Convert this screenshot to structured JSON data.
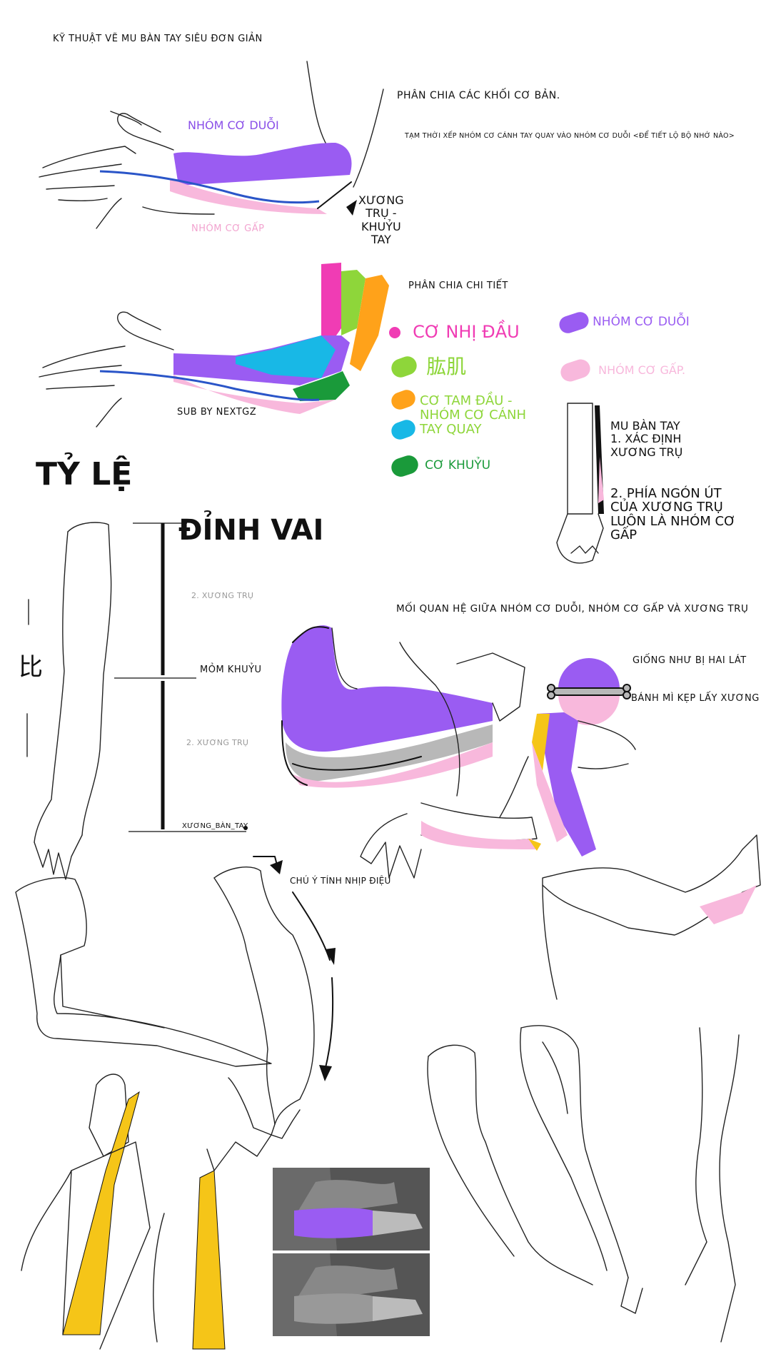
{
  "colors": {
    "extensor": "#9a5cf2",
    "flexor": "#f8b8dc",
    "biceps": "#f03cb4",
    "brachialis": "#8ed63a",
    "triceps_radial": "#ffa21a",
    "brachioradialis": "#18b8e6",
    "anconeus": "#1a9a3a",
    "ulna_line": "#2a55c8",
    "ulna_bar": "#f5c518",
    "gray_band": "#b8b8b8"
  },
  "top": {
    "title": "KỸ THUẬT VẼ MU BÀN TAY SIÊU ĐƠN GIẢN",
    "basic_heading": "PHÂN CHIA CÁC KHỐI CƠ BẢN.",
    "basic_note": "TẠM THỜI XẾP NHÓM CƠ CÁNH TAY QUAY VÀO NHÓM CƠ DUỖI <ĐỂ TIẾT LỘ BỘ NHỚ NÀO>",
    "extensor_label": "NHÓM CƠ DUỖI",
    "flexor_label": "NHÓM CƠ GẤP",
    "ulna_label": "XƯƠNG\nTRỤ -\nKHUỶU\nTAY"
  },
  "detail": {
    "heading": "PHÂN CHIA CHI TIẾT",
    "sub_by": "SUB BY NEXTGZ",
    "legend": [
      {
        "text": "CƠ NHỊ ĐẦU",
        "color": "biceps"
      },
      {
        "text": "肱肌",
        "color": "brachialis"
      },
      {
        "text": "CƠ TAM ĐẦU -\nNHÓM CƠ CÁNH\nTAY QUAY",
        "color": "triceps_radial"
      },
      {
        "text": "CƠ KHUỶU",
        "color": "anconeus"
      }
    ],
    "legend_right": [
      {
        "text": "NHÓM CƠ DUỖI",
        "color": "extensor"
      },
      {
        "text": "NHÓM CƠ GẤP.",
        "color": "flexor"
      }
    ]
  },
  "side_note": {
    "line1": "MU BÀN TAY\n1. XÁC ĐỊNH\nXƯƠNG TRỤ",
    "line2": "2. PHÍA NGÓN ÚT\nCỦA XƯƠNG TRỤ\nLUÔN LÀ NHÓM CƠ\nGẤP"
  },
  "proportion": {
    "title": "TỶ LỆ",
    "top": "ĐỈNH VAI",
    "upper": "2. XƯƠNG TRỤ",
    "elbow": "MỎM KHUỶU",
    "lower": "2. XƯƠNG TRỤ",
    "bottom": "XƯƠNG_BÀN_TAY",
    "ratio_left": "比"
  },
  "relation": {
    "heading": "MỐI QUAN HỆ GIỮA NHÓM CƠ DUỖI, NHÓM CƠ GẤP VÀ XƯƠNG TRỤ",
    "sandwich1": "GIỐNG NHƯ BỊ HAI LÁT",
    "sandwich2": "BÁNH MÌ KẸP LẤY XƯƠNG"
  },
  "rhythm": {
    "note": "CHÚ Ý TÍNH NHỊP ĐIỆU"
  }
}
